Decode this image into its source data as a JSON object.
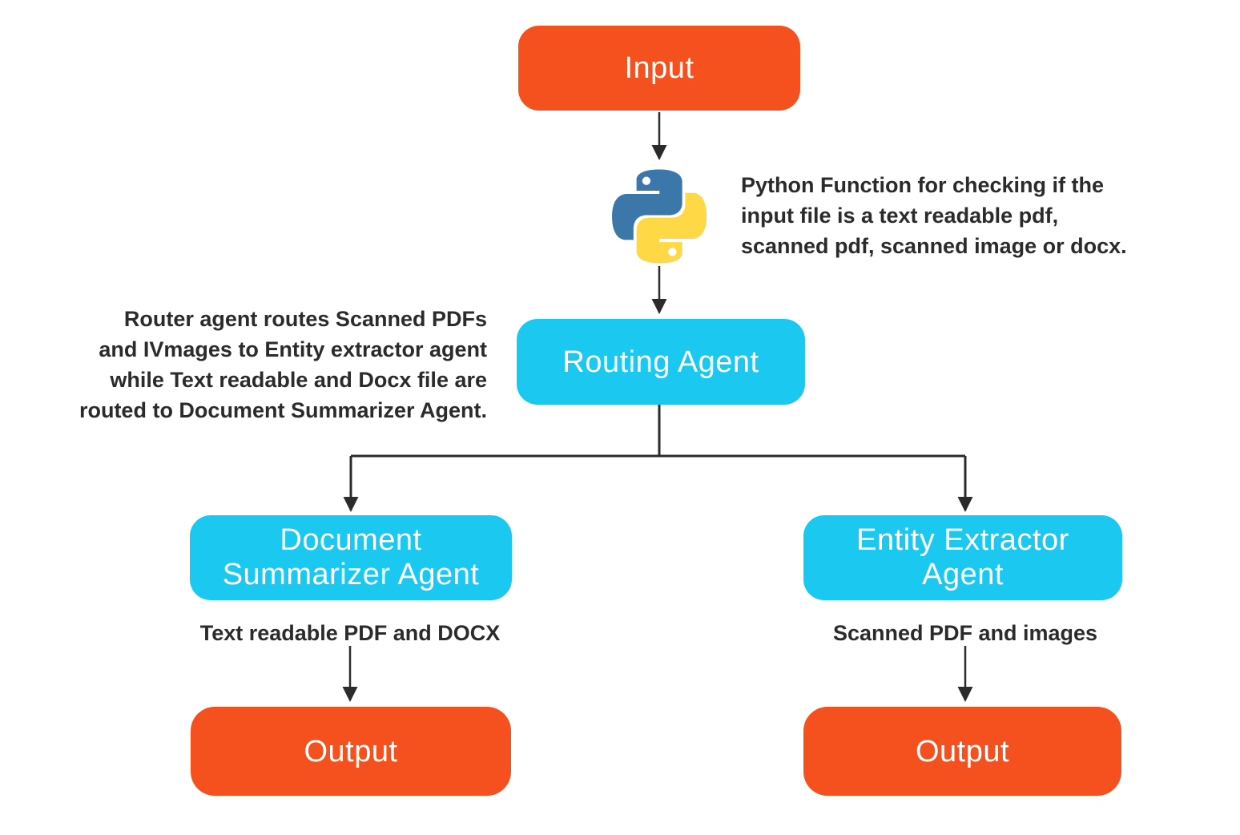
{
  "nodes": {
    "input": {
      "label": "Input"
    },
    "routing_agent": {
      "label": "Routing Agent"
    },
    "document_summarizer_agent": {
      "label": "Document Summarizer Agent",
      "lines": [
        "Document",
        "Summarizer Agent"
      ]
    },
    "entity_extractor_agent": {
      "label": "Entity Extractor Agent",
      "lines": [
        "Entity Extractor",
        "Agent"
      ]
    },
    "output_summarizer": {
      "label": "Output"
    },
    "output_extractor": {
      "label": "Output"
    }
  },
  "annotations": {
    "python_function_note": "Python Function for checking if the input file is a text readable pdf, scanned pdf, scanned image or docx.",
    "python_function_note_lines": [
      "Python Function for checking if the",
      "input file is a text readable pdf,",
      "scanned pdf, scanned image or docx."
    ],
    "router_note": "Router agent routes Scanned PDFs and IVmages to Entity extractor agent while Text readable and Docx file are routed to Document Summarizer Agent.",
    "router_note_lines": [
      "Router agent routes Scanned PDFs",
      "and IVmages to Entity extractor agent",
      "while Text readable and Docx file are",
      "routed to Document Summarizer Agent."
    ],
    "summarizer_branch_label": "Text readable PDF and DOCX",
    "extractor_branch_label": "Scanned PDF and images"
  },
  "icons": {
    "python_logo": "python-logo-icon"
  },
  "colors": {
    "io_node_fill": "#F4511E",
    "agent_node_fill": "#1BC8F0",
    "node_text": "#FFFFFF",
    "annotation_text": "#2B2B2B",
    "connector": "#2B2B2B",
    "python_blue": "#3B77A8",
    "python_yellow": "#FFD845",
    "background": "#FFFFFF"
  }
}
